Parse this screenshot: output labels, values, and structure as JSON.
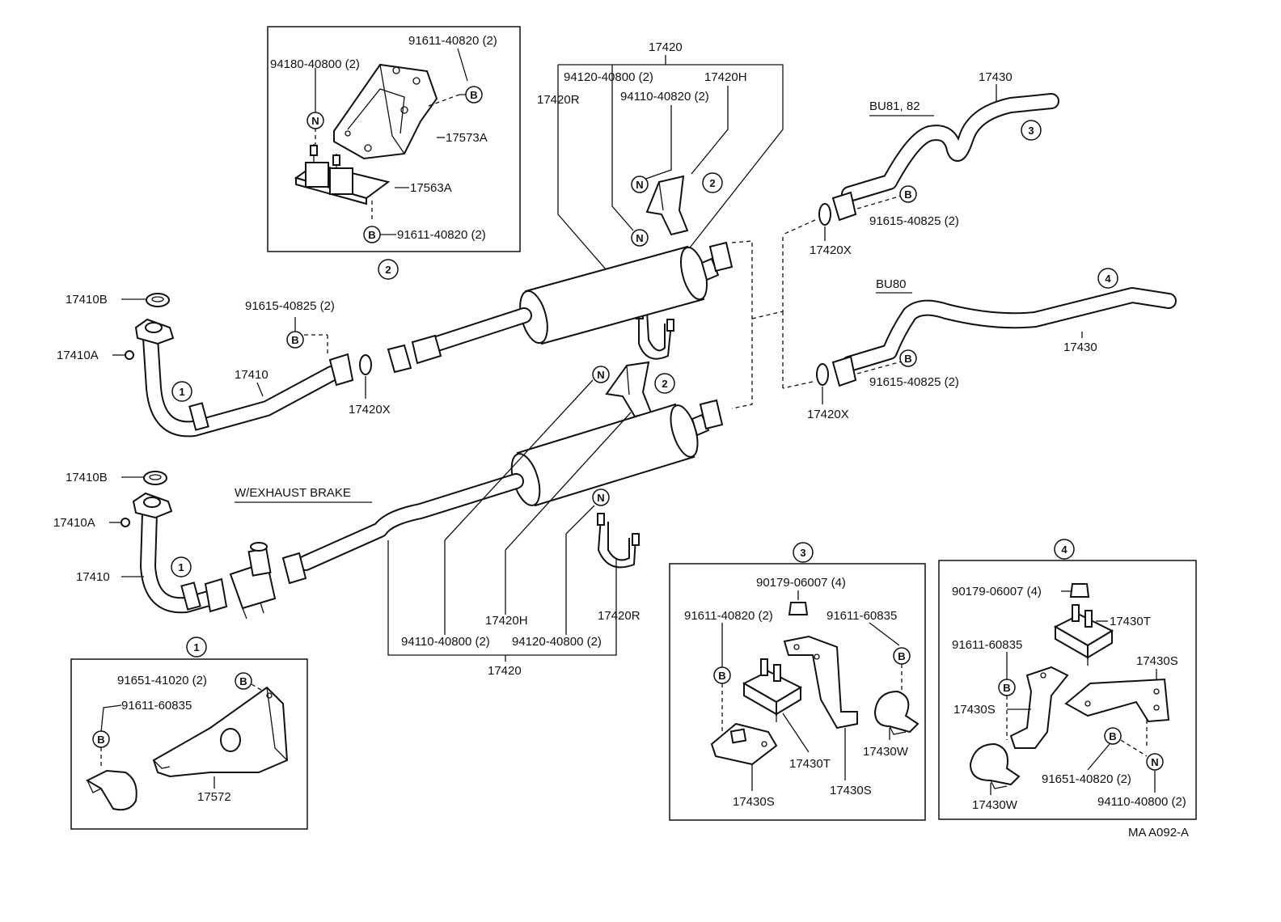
{
  "labels": {
    "inset2_top_bolt": "91611-40820 (2)",
    "inset2_nut": "94180-40800 (2)",
    "inset2_bracket": "17573A",
    "inset2_mount": "17563A",
    "inset2_bottom_bolt": "91611-40820 (2)",
    "top_17420": "17420",
    "top_94120": "94120-40800 (2)",
    "top_17420H": "17420H",
    "top_17420R": "17420R",
    "top_94110": "94110-40820 (2)",
    "p17430_a": "17430",
    "bu81": "BU81, 82",
    "bolt_91615_a": "91615-40825 (2)",
    "gasket_17420X_a": "17420X",
    "bu80": "BU80",
    "p17430_b": "17430",
    "bolt_91615_b": "91615-40825 (2)",
    "gasket_17420X_b": "17420X",
    "p17410B_a": "17410B",
    "p17410A_a": "17410A",
    "bolt_91615_c": "91615-40825 (2)",
    "p17410_a": "17410",
    "gasket_17420X_c": "17420X",
    "p17410B_b": "17410B",
    "p17410A_b": "17410A",
    "exhaust_brake": "W/EXHAUST BRAKE",
    "p17410_b": "17410",
    "bottom_17420H": "17420H",
    "bottom_17420R": "17420R",
    "bottom_94110": "94110-40800 (2)",
    "bottom_94120": "94120-40800 (2)",
    "bottom_17420": "17420",
    "inset1_bolt_a": "91651-41020 (2)",
    "inset1_bolt_b": "91611-60835",
    "inset1_bracket": "17572",
    "inset3_nut": "90179-06007 (4)",
    "inset3_bolt_a": "91611-40820 (2)",
    "inset3_bolt_b": "91611-60835",
    "inset3_17430T": "17430T",
    "inset3_17430W": "17430W",
    "inset3_17430S_a": "17430S",
    "inset3_17430S_b": "17430S",
    "inset4_nut": "90179-06007 (4)",
    "inset4_17430T": "17430T",
    "inset4_bolt": "91611-60835",
    "inset4_17430S_a": "17430S",
    "inset4_17430S_b": "17430S",
    "inset4_17430W": "17430W",
    "inset4_bolt_b": "91651-40820 (2)",
    "inset4_nut_b": "94110-40800 (2)",
    "code": "MA A092-A"
  },
  "markers": {
    "n": "N",
    "b": "B",
    "one": "1",
    "two": "2",
    "three": "3",
    "four": "4"
  }
}
